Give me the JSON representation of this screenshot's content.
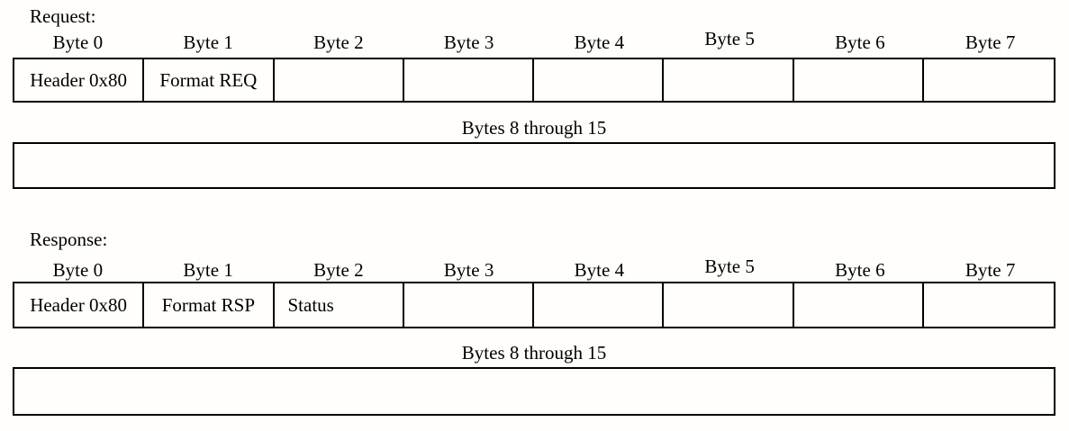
{
  "colors": {
    "background": "#fffefa",
    "border": "#000000",
    "text": "#000000"
  },
  "request": {
    "label": "Request:",
    "byte_headers": [
      "Byte 0",
      "Byte 1",
      "Byte 2",
      "Byte 3",
      "Byte 4",
      "Byte 5",
      "Byte 6",
      "Byte 7"
    ],
    "cells": [
      "Header 0x80",
      "Format REQ",
      "",
      "",
      "",
      "",
      "",
      ""
    ],
    "bytes_8_15_label": "Bytes 8 through 15"
  },
  "response": {
    "label": "Response:",
    "byte_headers": [
      "Byte 0",
      "Byte 1",
      "Byte 2",
      "Byte 3",
      "Byte 4",
      "Byte 5",
      "Byte 6",
      "Byte 7"
    ],
    "cells": [
      "Header 0x80",
      "Format RSP",
      "Status",
      "",
      "",
      "",
      "",
      ""
    ],
    "bytes_8_15_label": "Bytes 8 through 15"
  }
}
